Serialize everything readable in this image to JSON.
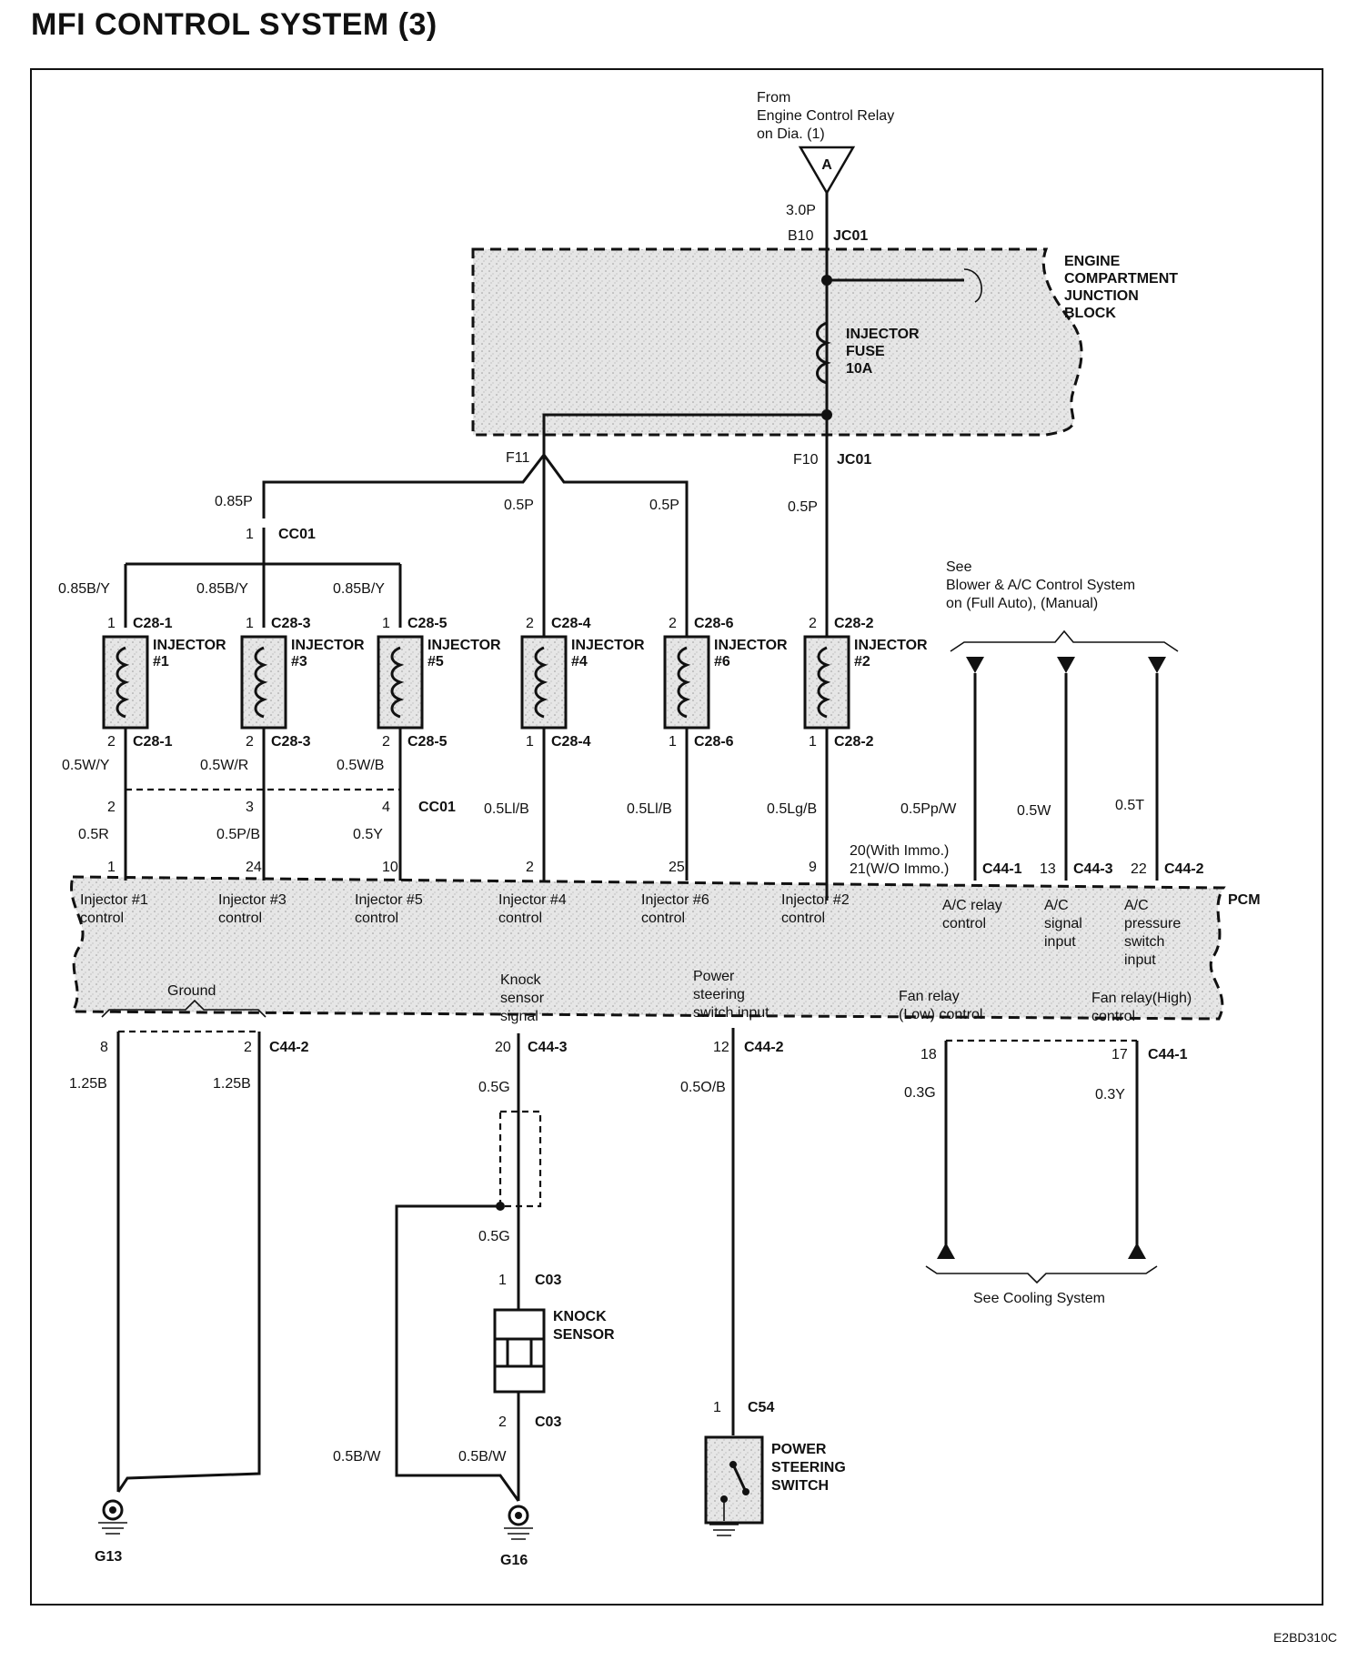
{
  "title": "MFI CONTROL SYSTEM (3)",
  "figure_code": "E2BD310C",
  "source": {
    "from": [
      "From",
      "Engine Control Relay",
      "on Dia. (1)"
    ],
    "connector_letter": "A"
  },
  "top_wire": {
    "gauge": "3.0P",
    "pin": "B10",
    "connector": "JC01"
  },
  "junction_block": {
    "name": [
      "ENGINE",
      "COMPARTMENT",
      "JUNCTION",
      "BLOCK"
    ],
    "fuse": [
      "INJECTOR",
      "FUSE",
      "10A"
    ]
  },
  "jb_outputs": {
    "left_pin": "F11",
    "right_pin": "F10",
    "connector": "JC01"
  },
  "wires_upper": {
    "w085p": "0.85P",
    "cc01_pin": "1",
    "cc01": "CC01",
    "w05p_a": "0.5P",
    "w05p_b": "0.5P",
    "w05p_c": "0.5P"
  },
  "injectors": [
    {
      "name": "INJECTOR",
      "num": "#1",
      "top_wire": "0.85B/Y",
      "pin_top": "1",
      "conn": "C28-1",
      "pin_bot": "2",
      "bot_wire": "0.5W/Y",
      "cc_pin": "2",
      "low_wire": "0.5R",
      "pcm_pin": "1",
      "pcm_label": [
        "Injector #1",
        "control"
      ]
    },
    {
      "name": "INJECTOR",
      "num": "#3",
      "top_wire": "0.85B/Y",
      "pin_top": "1",
      "conn": "C28-3",
      "pin_bot": "2",
      "bot_wire": "0.5W/R",
      "cc_pin": "3",
      "low_wire": "0.5P/B",
      "pcm_pin": "24",
      "pcm_label": [
        "Injector #3",
        "control"
      ]
    },
    {
      "name": "INJECTOR",
      "num": "#5",
      "top_wire": "0.85B/Y",
      "pin_top": "1",
      "conn": "C28-5",
      "pin_bot": "2",
      "bot_wire": "0.5W/B",
      "cc_pin": "4",
      "low_wire": "0.5Y",
      "pcm_pin": "10",
      "pcm_label": [
        "Injector #5",
        "control"
      ]
    },
    {
      "name": "INJECTOR",
      "num": "#4",
      "top_wire": "",
      "pin_top": "2",
      "conn": "C28-4",
      "pin_bot": "1",
      "bot_wire": "",
      "cc_pin": "",
      "low_wire": "0.5Ll/B",
      "pcm_pin": "2",
      "pcm_label": [
        "Injector #4",
        "control"
      ]
    },
    {
      "name": "INJECTOR",
      "num": "#6",
      "top_wire": "",
      "pin_top": "2",
      "conn": "C28-6",
      "pin_bot": "1",
      "bot_wire": "",
      "cc_pin": "",
      "low_wire": "0.5Ll/B",
      "pcm_pin": "25",
      "pcm_label": [
        "Injector #6",
        "control"
      ]
    },
    {
      "name": "INJECTOR",
      "num": "#2",
      "top_wire": "",
      "pin_top": "2",
      "conn": "C28-2",
      "pin_bot": "1",
      "bot_wire": "",
      "cc_pin": "",
      "low_wire": "0.5Lg/B",
      "pcm_pin": "9",
      "pcm_label": [
        "Injector #2",
        "control"
      ]
    }
  ],
  "cc01_lower": "CC01",
  "ac": {
    "see": [
      "See",
      "Blower & A/C Control System",
      "on (Full Auto), (Manual)"
    ],
    "wires": [
      "0.5Pp/W",
      "0.5W",
      "0.5T"
    ],
    "pins": [
      "20(With Immo.)",
      "21(W/O Immo.)",
      "13",
      "22"
    ],
    "conns": [
      "C44-1",
      "C44-3",
      "C44-2"
    ],
    "pcm_labels": [
      [
        "A/C relay",
        "control"
      ],
      [
        "A/C",
        "signal",
        "input"
      ],
      [
        "A/C",
        "pressure",
        "switch",
        "input"
      ]
    ]
  },
  "pcm": {
    "name": "PCM",
    "ground_label": "Ground",
    "knock_label": [
      "Knock",
      "sensor",
      "signal"
    ],
    "ps_label": [
      "Power",
      "steering",
      "switch input"
    ],
    "fan_low_label": [
      "Fan relay",
      "(Low) control"
    ],
    "fan_high_label": [
      "Fan relay(High)",
      "control"
    ]
  },
  "lower": {
    "gnd_pins": [
      "8",
      "2"
    ],
    "gnd_conn": "C44-2",
    "gnd_wires": [
      "1.25B",
      "1.25B"
    ],
    "gnd_name": "G13",
    "knock_pin": "20",
    "knock_conn": "C44-3",
    "knock_wire": "0.5G",
    "knock_wire2": "0.5G",
    "c03_pin1": "1",
    "c03_pin2": "2",
    "c03": "C03",
    "knock_sensor": [
      "KNOCK",
      "SENSOR"
    ],
    "shield_wires": [
      "0.5B/W",
      "0.5B/W"
    ],
    "g16": "G16",
    "ps_pin": "12",
    "ps_conn": "C44-2",
    "ps_wire": "0.5O/B",
    "c54_pin": "1",
    "c54": "C54",
    "ps_switch": [
      "POWER",
      "STEERING",
      "SWITCH"
    ],
    "fan_pins": [
      "18",
      "17"
    ],
    "fan_conn": "C44-1",
    "fan_wires": [
      "0.3G",
      "0.3Y"
    ],
    "cooling": "See Cooling System"
  }
}
